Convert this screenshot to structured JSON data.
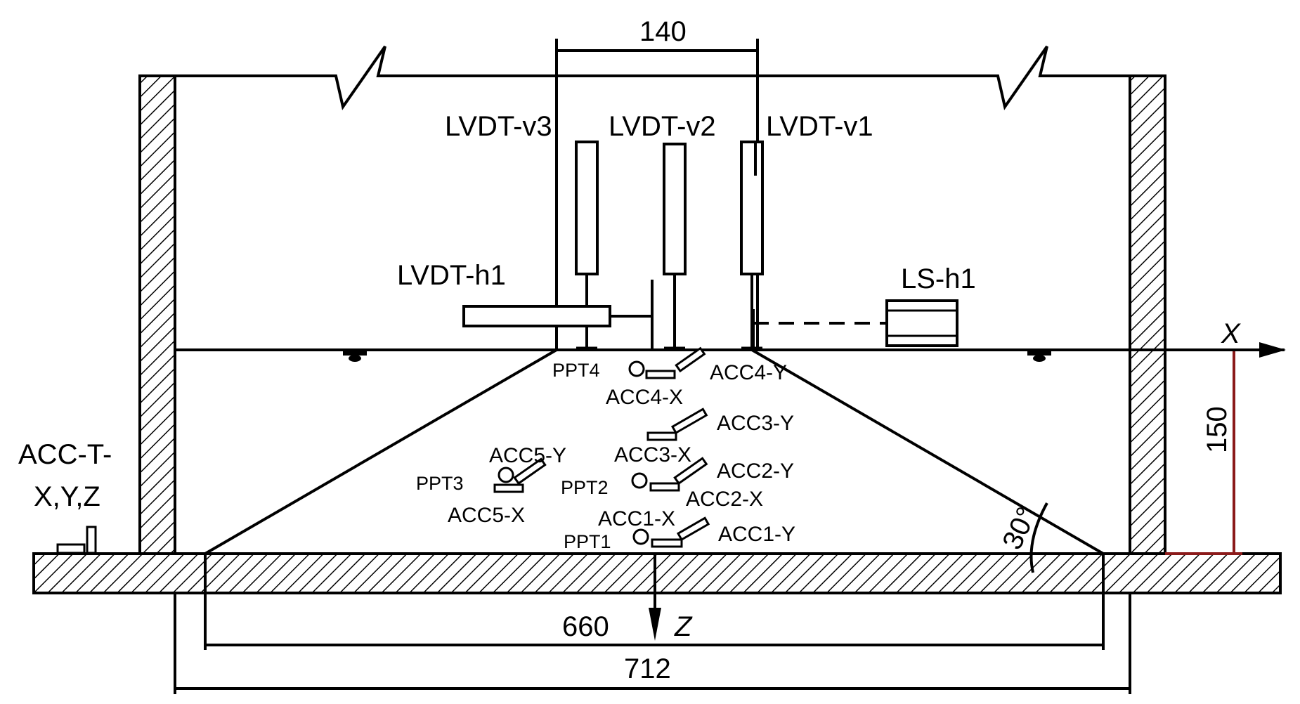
{
  "labels": {
    "dim_top": "140",
    "dim_bottom_inner": "660",
    "dim_bottom_outer": "712",
    "dim_height": "150",
    "angle": "30°",
    "axis_x": "X",
    "axis_z": "Z",
    "lvdt_v1": "LVDT-v1",
    "lvdt_v2": "LVDT-v2",
    "lvdt_v3": "LVDT-v3",
    "lvdt_h1": "LVDT-h1",
    "ls_h1": "LS-h1",
    "acc_t_line1": "ACC-T-",
    "acc_t_line2": "X,Y,Z",
    "ppt1": "PPT1",
    "ppt2": "PPT2",
    "ppt3": "PPT3",
    "ppt4": "PPT4",
    "acc1_x": "ACC1-X",
    "acc1_y": "ACC1-Y",
    "acc2_x": "ACC2-X",
    "acc2_y": "ACC2-Y",
    "acc3_x": "ACC3-X",
    "acc3_y": "ACC3-Y",
    "acc4_x": "ACC4-X",
    "acc4_y": "ACC4-Y",
    "acc5_x": "ACC5-X",
    "acc5_y": "ACC5-Y"
  },
  "colors": {
    "line": "#000000",
    "dimension_red": "#8b1a1a"
  }
}
